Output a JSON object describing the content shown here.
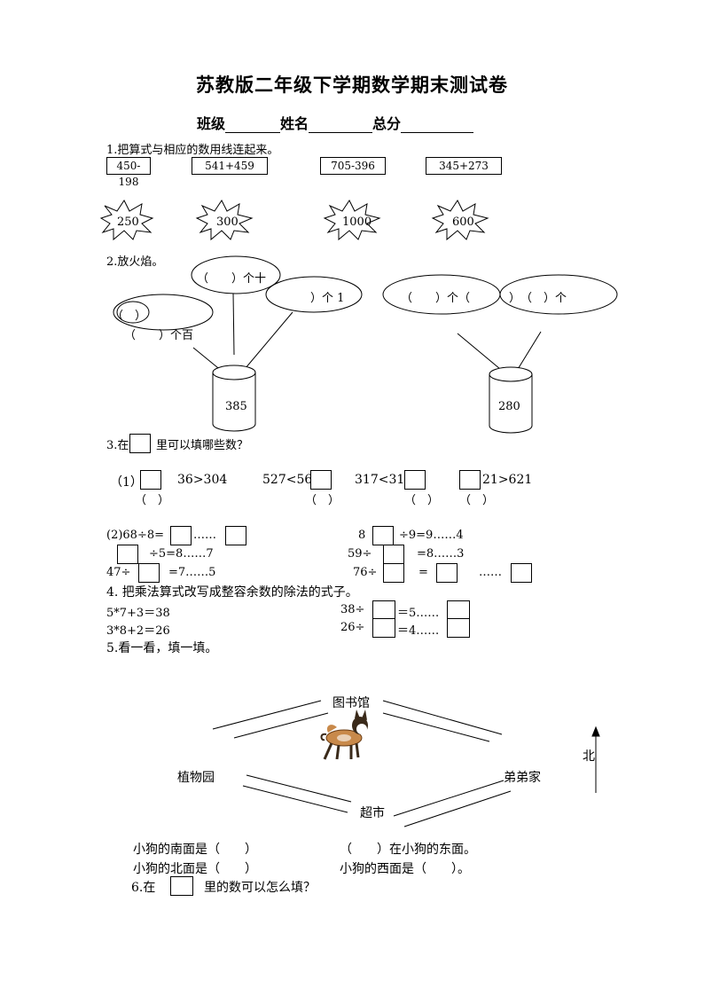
{
  "title": "苏教版二年级下学期数学期末测试卷",
  "info": {
    "class_label": "班级",
    "name_label": "姓名",
    "score_label": "总分"
  },
  "q1": {
    "prompt": "1.把算式与相应的数用线连起来。",
    "expressions": [
      "450-198",
      "541+459",
      "705-396",
      "345+273"
    ],
    "numbers": [
      "250",
      "300",
      "1000",
      "600"
    ]
  },
  "q2": {
    "prompt": "2.放火焰。",
    "left": {
      "top": "（　　）个十",
      "right": "）个 1",
      "left_open": "（　）",
      "bottom": "（　　）个百",
      "cylinder": "385"
    },
    "right": {
      "left": "（　　）个（",
      "right": "）　（　）个",
      "cylinder": "280"
    }
  },
  "q3": {
    "prompt_a": "3.在",
    "prompt_b": "里可以填哪些数？",
    "p1_label": "（1）",
    "items": [
      "36>304",
      "527<56",
      "317<31",
      "21>621"
    ],
    "paren": "（　）",
    "p2": {
      "r1a_pre": "(2)68÷8=",
      "r1a_post": "……",
      "r1b_pre": "8",
      "r1b_post": "÷9=9……4",
      "r2a_post": "÷5=8……7",
      "r2b_pre": "59÷",
      "r2b_post": "=8……3",
      "r3a_pre": "47÷",
      "r3a_post": "=7……5",
      "r3b_pre": "76÷",
      "r3b_mid": "=",
      "r3b_post": "……"
    }
  },
  "q4": {
    "prompt": "4. 把乘法算式改写成整容余数的除法的式子。",
    "r1": "5*7+3＝38",
    "r2": "3*8+2＝26",
    "r1b_pre": "38÷",
    "r1b_mid": "＝5……",
    "r2b_pre": "26÷",
    "r2b_mid": "＝4……"
  },
  "q5": {
    "prompt": "5.看一看，填一填。",
    "library": "图书馆",
    "garden": "植物园",
    "brother_home": "弟弟家",
    "supermarket": "超市",
    "north": "北",
    "fill1": "小狗的南面是（　　）",
    "fill2": "（　　）在小狗的东面。",
    "fill3": "小狗的北面是（　　）",
    "fill4": "小狗的西面是（　　）。"
  },
  "q6": {
    "prompt_a": "6.在",
    "prompt_b": "里的数可以怎么填？"
  }
}
